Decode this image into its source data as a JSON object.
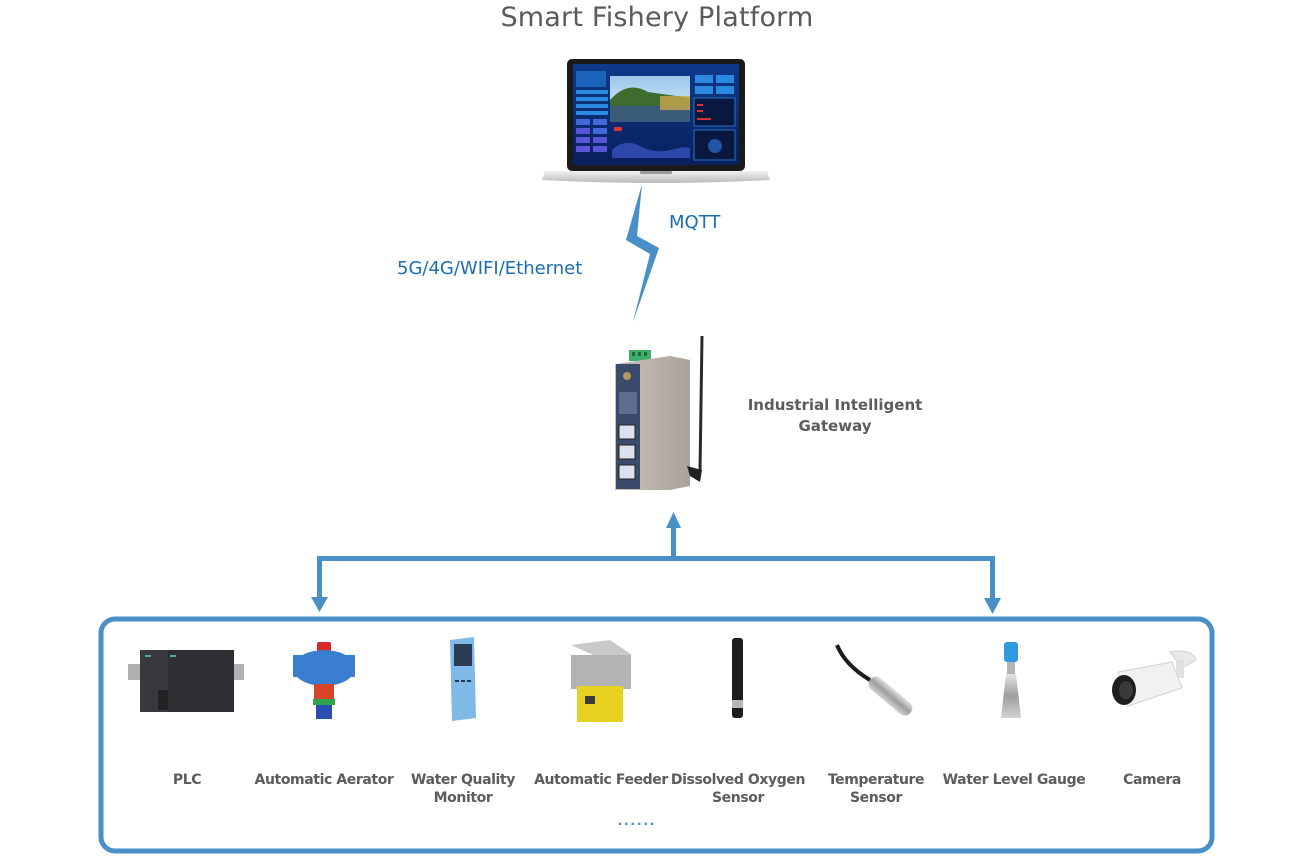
{
  "title": "Smart Fishery Platform",
  "colors": {
    "accent": "#4a90c8",
    "label_blue": "#1a6db5",
    "text_gray": "#5c5c5c"
  },
  "connection": {
    "protocol": "MQTT",
    "networks": "5G/4G/WIFI/Ethernet"
  },
  "gateway": {
    "label_line1": "Industrial Intelligent",
    "label_line2": "Gateway"
  },
  "devices": [
    {
      "name": "PLC",
      "line1": "PLC",
      "line2": ""
    },
    {
      "name": "Automatic Aerator",
      "line1": "Automatic Aerator",
      "line2": ""
    },
    {
      "name": "Water Quality Monitor",
      "line1": "Water Quality",
      "line2": "Monitor"
    },
    {
      "name": "Automatic Feeder",
      "line1": "Automatic Feeder",
      "line2": ""
    },
    {
      "name": "Dissolved Oxygen Sensor",
      "line1": "Dissolved Oxygen",
      "line2": "Sensor"
    },
    {
      "name": "Temperature Sensor",
      "line1": "Temperature",
      "line2": "Sensor"
    },
    {
      "name": "Water Level Gauge",
      "line1": "Water Level Gauge",
      "line2": ""
    },
    {
      "name": "Camera",
      "line1": "Camera",
      "line2": ""
    }
  ],
  "more_indicator": "......"
}
